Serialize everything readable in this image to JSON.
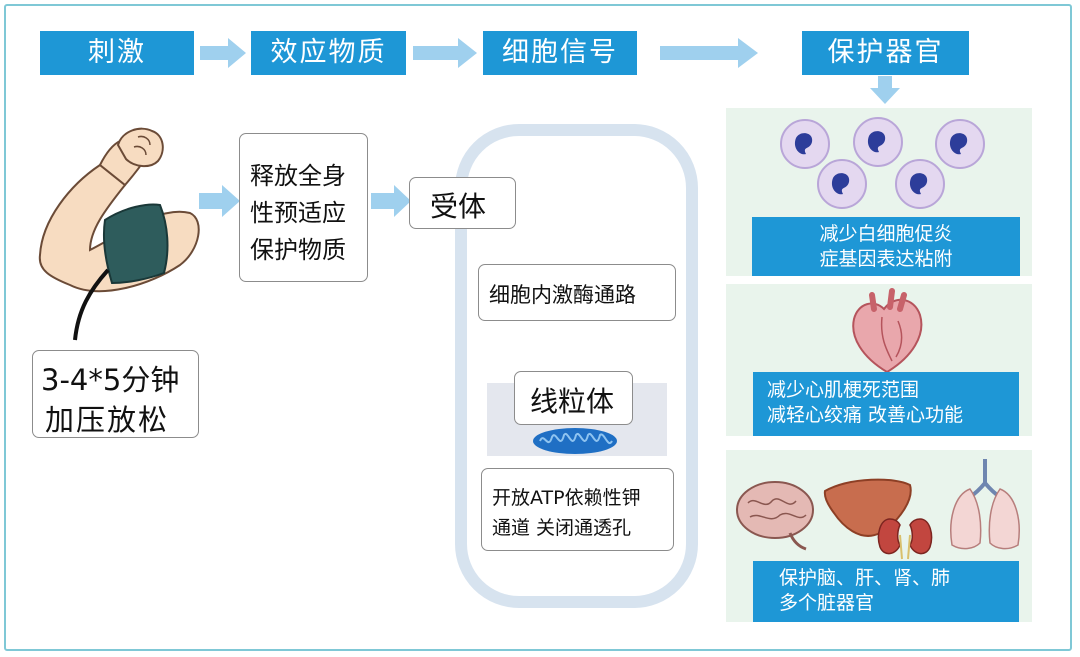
{
  "header": {
    "stimulus": "刺激",
    "effector": "效应物质",
    "signal": "细胞信号",
    "organ": "保护器官"
  },
  "left": {
    "cuff_line1": "3-4*5分钟",
    "cuff_line2": "加压放松",
    "release_line1": "释放全身",
    "release_line2": "性预适应",
    "release_line3": "保护物质"
  },
  "cell": {
    "receptor": "受体",
    "kinase": "细胞内激酶通路",
    "mito": "线粒体",
    "channel_line1": "开放ATP依赖性钾",
    "channel_line2": "通道 关闭通透孔"
  },
  "panels": {
    "wbc_line1": "减少白细胞促炎",
    "wbc_line2": "症基因表达粘附",
    "heart_line1": "减少心肌梗死范围",
    "heart_line2": "减轻心绞痛 改善心功能",
    "organs_line1": "保护脑、肝、肾、肺",
    "organs_line2": "多个脏器官"
  },
  "colors": {
    "header_blue": "#1e97d6",
    "arrow_blue": "#9fd0ee",
    "panel_green": "#e9f4ec",
    "frame_teal": "#7fc8d6"
  }
}
